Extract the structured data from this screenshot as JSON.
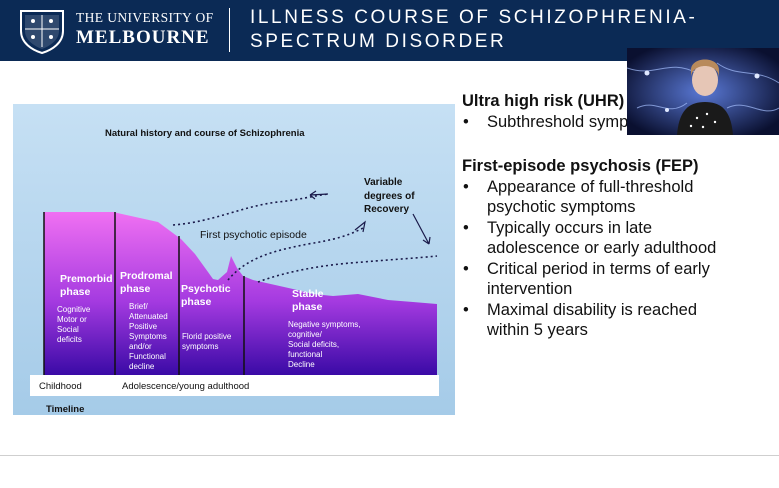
{
  "header": {
    "university_top": "THE UNIVERSITY OF",
    "university_bottom": "MELBOURNE",
    "title_line1": "ILLNESS COURSE OF SCHIZOPHRENIA-",
    "title_line2": "SPECTRUM DISORDER"
  },
  "figure": {
    "title": "Natural history and course of Schizophrenia",
    "recovery_label": [
      "Variable",
      "degrees of",
      "Recovery"
    ],
    "first_episode_label": "First psychotic episode",
    "phases": [
      {
        "name": [
          "Premorbid",
          "phase"
        ],
        "desc": [
          "Cognitive",
          "Motor or",
          "Social",
          "deficits"
        ]
      },
      {
        "name": [
          "Prodromal",
          "phase"
        ],
        "desc": [
          "Brief/",
          "Attenuated",
          "Positive",
          "Symptoms",
          "and/or",
          "Functional",
          "decline"
        ]
      },
      {
        "name": [
          "Psychotic",
          "phase"
        ],
        "desc": [
          "Florid positive",
          "symptoms"
        ]
      },
      {
        "name": [
          "Stable",
          "phase"
        ],
        "desc": [
          "Negative symptoms,",
          "cognitive/",
          "Social deficits,",
          "functional",
          "Decline"
        ]
      }
    ],
    "timeline_childhood": "Childhood",
    "timeline_adolescence": "Adolescence/young adulthood",
    "timeline_label": "Timeline"
  },
  "content": {
    "uhr_heading": "Ultra high risk (UHR)",
    "uhr_bullets": [
      "Subthreshold symptoms"
    ],
    "fep_heading": "First-episode psychosis (FEP)",
    "fep_bullets": [
      [
        "Appearance of full-threshold",
        "psychotic symptoms"
      ],
      [
        "Typically occurs in late",
        "adolescence or early adulthood"
      ],
      [
        "Critical period in terms of early",
        "intervention"
      ],
      [
        "Maximal disability is reached",
        "within 5 years"
      ]
    ],
    "bullet_char": "•"
  },
  "colors": {
    "header_bg": "#0b2a55",
    "phase_top": "#ee66f0",
    "phase_bottom": "#3a0aa6"
  }
}
